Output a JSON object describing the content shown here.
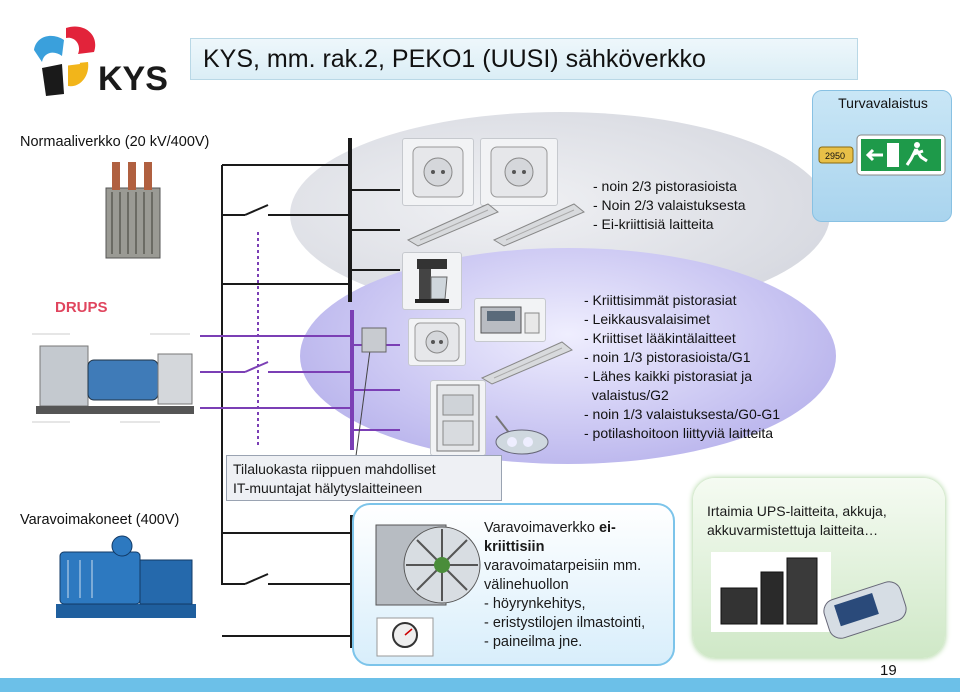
{
  "logo": {
    "text": "KYS"
  },
  "title": "KYS, mm. rak.2, PEKO1 (UUSI) sähköverkko",
  "labels": {
    "normaali": "Normaaliverkko (20 kV/400V)",
    "drups": "DRUPS",
    "varavoima": "Varavoimakoneet (400V)",
    "turva": "Turvavalaistus"
  },
  "grey_list": [
    "- noin 2/3 pistorasioista",
    "- Noin 2/3 valaistuksesta",
    "- Ei-kriittisiä laitteita"
  ],
  "purple_list": [
    "- Kriittisimmät pistorasiat",
    "- Leikkausvalaisimet",
    "- Kriittiset lääkintälaitteet",
    "- noin 1/3 pistorasioista/G1",
    "- Lähes kaikki pistorasiat ja",
    "  valaistus/G2",
    "- noin 1/3 valaistuksesta/G0-G1",
    "- potilashoitoon liittyviä laitteita"
  ],
  "callout": {
    "line1": "Tilaluokasta riippuen mahdolliset",
    "line2": "IT-muuntajat hälytyslaitteineen"
  },
  "varavoimaverkko": {
    "line1": "Varavoimaverkko ",
    "line1_bold": "ei-",
    "line2_bold": "kriittisiin",
    "line3": "varavoimatarpeisiin mm.",
    "line4": "välinehuollon",
    "items": [
      "- höyrynkehitys,",
      "- eristystilojen ilmastointi,",
      "- paineilma jne."
    ]
  },
  "ups": {
    "line1": "Irtaimia UPS-laitteita, akkuja,",
    "line2": "akkuvarmistettuja laitteita…"
  },
  "battery_label": "2950",
  "page_number": "19",
  "colors": {
    "bus_black": "#1a1a1a",
    "purple": "#7b3fb5",
    "logo_red": "#e2233a",
    "logo_blue": "#3aa0dc",
    "logo_yellow": "#f2b51a",
    "exit_green": "#1e9a4a"
  }
}
